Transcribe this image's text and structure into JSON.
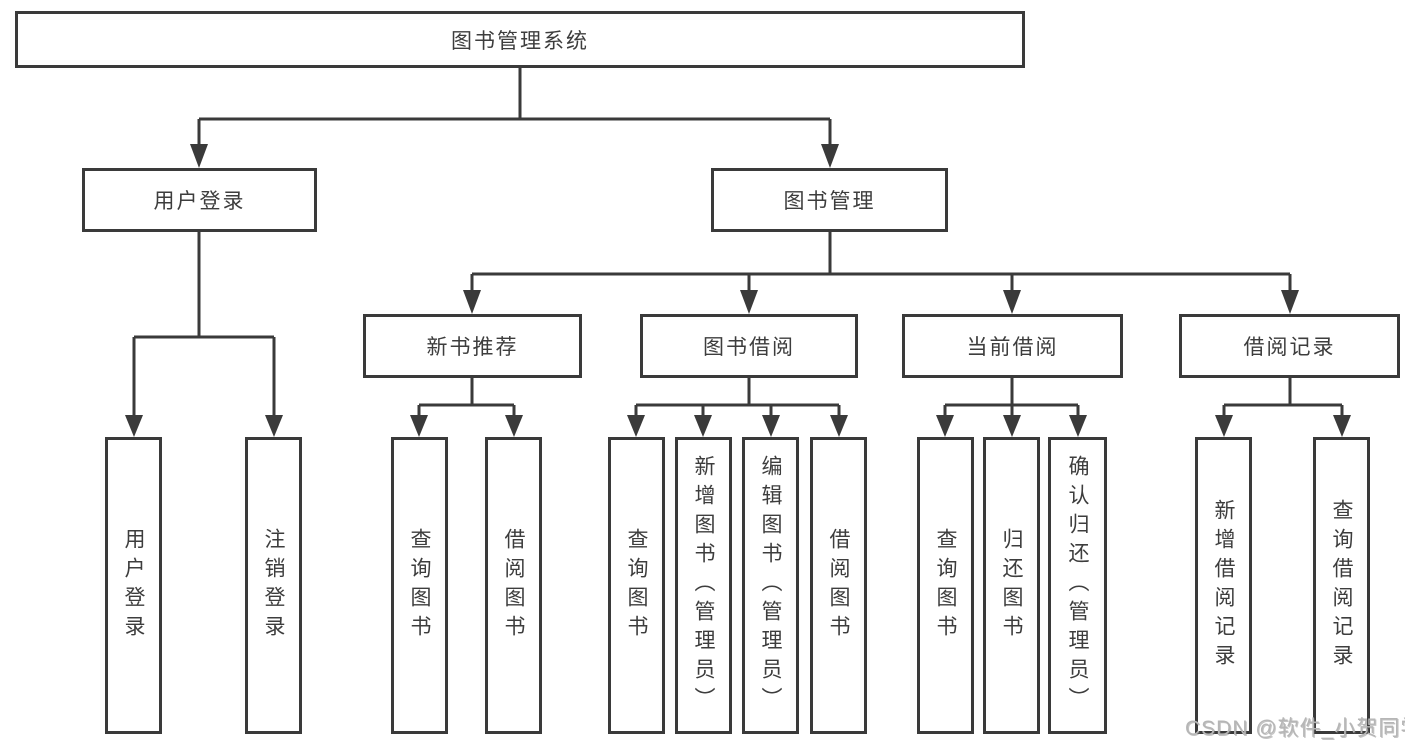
{
  "nodes": {
    "root": {
      "label": "图书管理系统"
    },
    "level2": [
      {
        "label": "用户登录"
      },
      {
        "label": "图书管理"
      }
    ],
    "level3": [
      {
        "label": "新书推荐"
      },
      {
        "label": "图书借阅"
      },
      {
        "label": "当前借阅"
      },
      {
        "label": "借阅记录"
      }
    ],
    "leaves": [
      {
        "label": "用户登录"
      },
      {
        "label": "注销登录"
      },
      {
        "label": "查询图书"
      },
      {
        "label": "借阅图书"
      },
      {
        "label": "查询图书"
      },
      {
        "label": "新增图书（管理员）"
      },
      {
        "label": "编辑图书（管理员）"
      },
      {
        "label": "借阅图书"
      },
      {
        "label": "查询图书"
      },
      {
        "label": "归还图书"
      },
      {
        "label": "确认归还（管理员）"
      },
      {
        "label": "新增借阅记录"
      },
      {
        "label": "查询借阅记录"
      }
    ]
  },
  "watermark": {
    "text": "CSDN @软件_小贺同学"
  },
  "colors": {
    "line": "#3a3a3a",
    "border": "#3a3a3a",
    "text": "#3d3d3d",
    "watermark": "#b6b6b6",
    "background": "#ffffff"
  }
}
